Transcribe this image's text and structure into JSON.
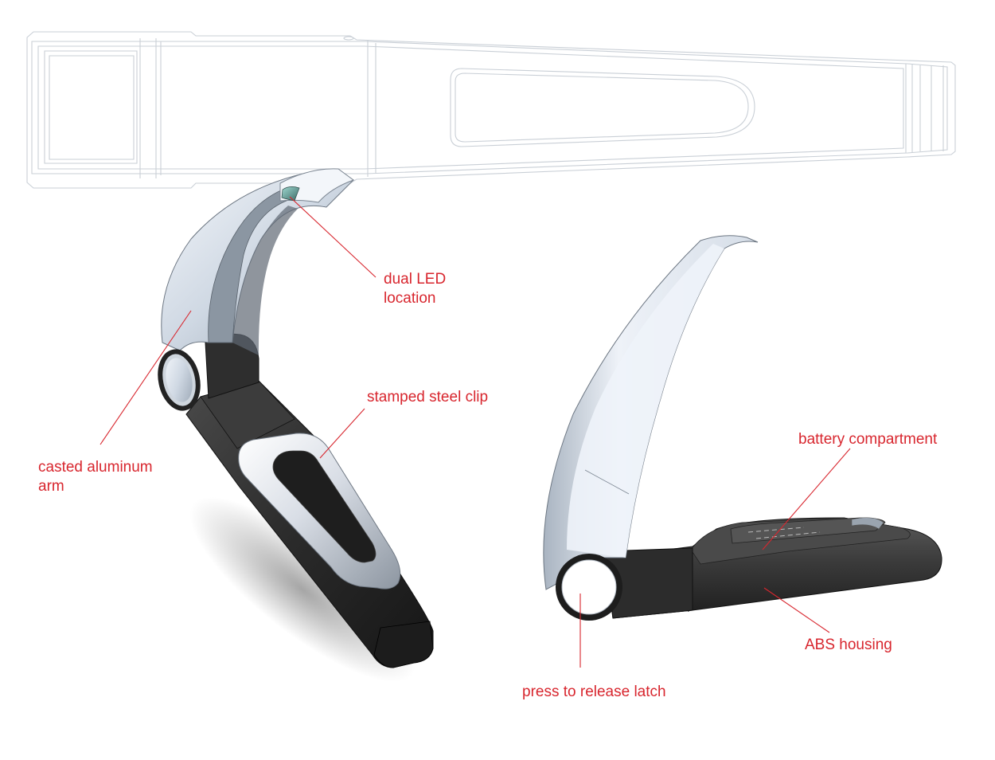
{
  "callouts": {
    "dual_led": {
      "line1": "dual LED",
      "line2": "location"
    },
    "stamped_clip": "stamped steel clip",
    "casted_arm": {
      "line1": "casted aluminum",
      "line2": "arm"
    },
    "battery": "battery compartment",
    "abs_housing": "ABS housing",
    "release_latch": "press to release latch"
  },
  "colors": {
    "callout_text": "#d8262e",
    "leader_line": "#d8262e",
    "wireframe": "#c9cfd6",
    "aluminum_light": "#e9eef6",
    "aluminum_mid": "#b7c1cd",
    "housing_dark": "#2a2a2a"
  },
  "views": [
    "wireframe-top-view",
    "open-arm-perspective-view",
    "open-arm-side-view"
  ]
}
